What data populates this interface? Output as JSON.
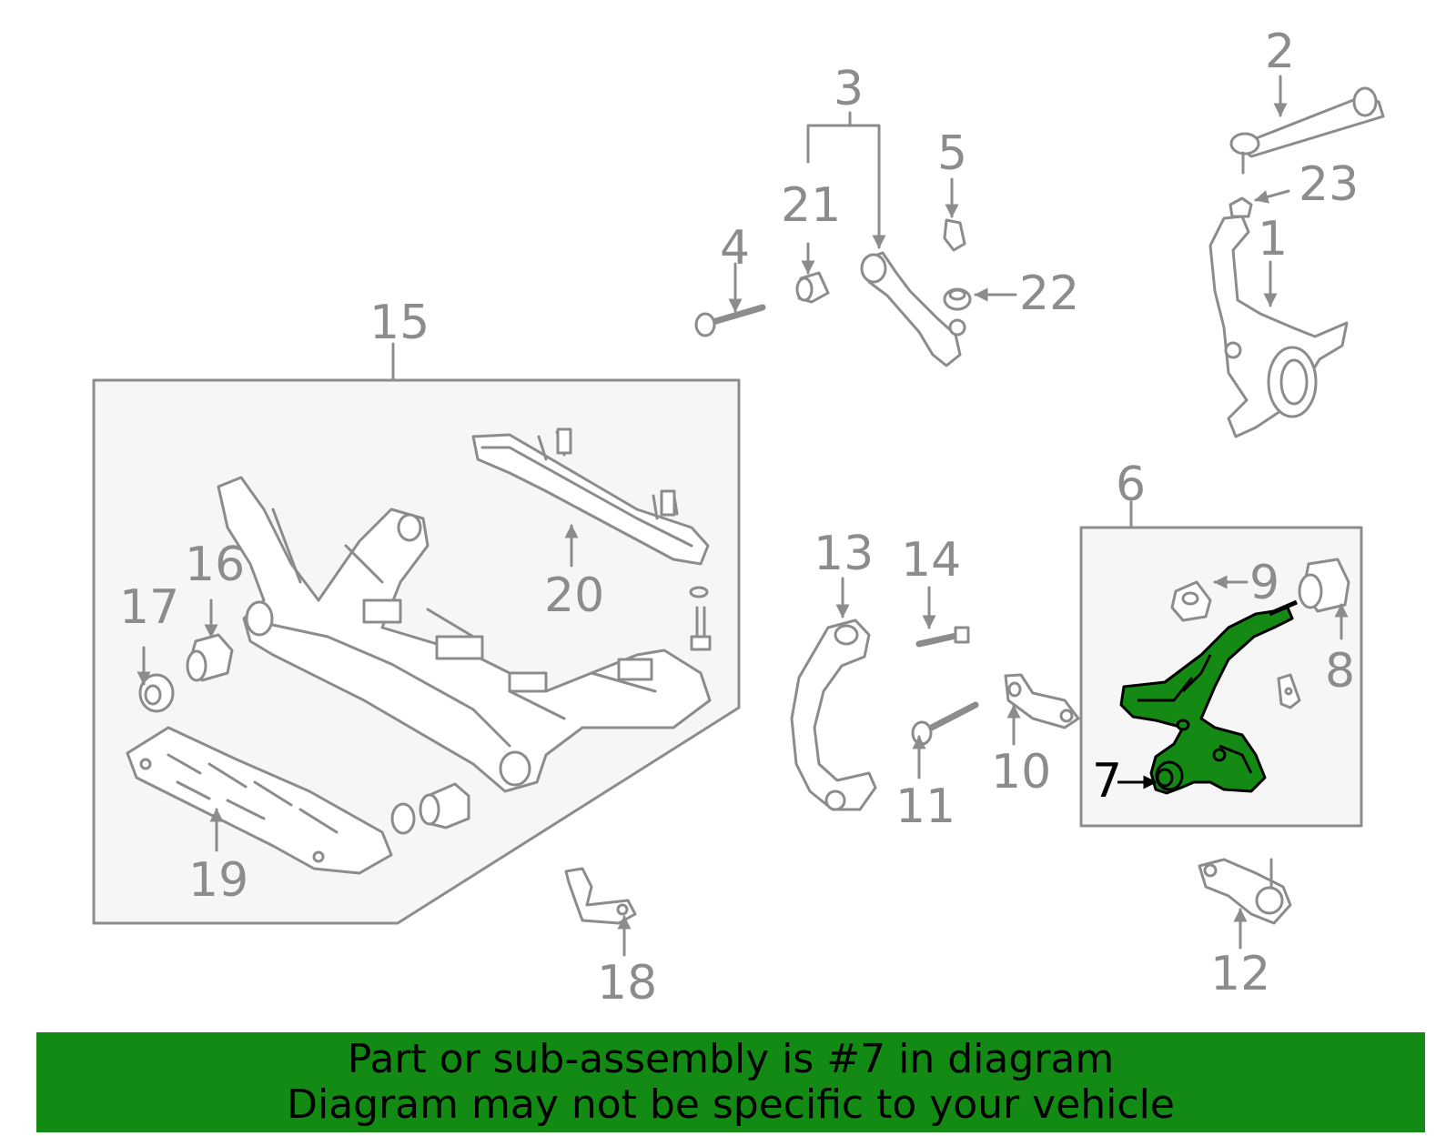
{
  "colors": {
    "line": "#8c8c8c",
    "highlight_fill": "#148a14",
    "highlight_stroke": "#000000",
    "panel_fill": "#f6f6f6",
    "banner_fill": "#138a13"
  },
  "callouts": {
    "c1": "1",
    "c2": "2",
    "c3": "3",
    "c4": "4",
    "c5": "5",
    "c6": "6",
    "c7": "7",
    "c8": "8",
    "c9": "9",
    "c10": "10",
    "c11": "11",
    "c12": "12",
    "c13": "13",
    "c14": "14",
    "c15": "15",
    "c16": "16",
    "c17": "17",
    "c18": "18",
    "c19": "19",
    "c20": "20",
    "c21": "21",
    "c22": "22",
    "c23": "23"
  },
  "highlighted_part": "7",
  "banner": {
    "line1": "Part or sub-assembly is #7 in diagram",
    "line2": "Diagram may not be specific to your vehicle"
  }
}
